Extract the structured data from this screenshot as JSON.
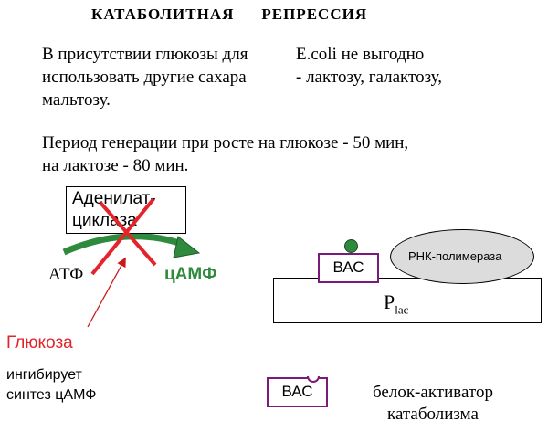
{
  "title": {
    "word1": "КАТАБОЛИТНАЯ",
    "word2": "РЕПРЕССИЯ"
  },
  "paragraph1": {
    "left": [
      "В присутствии глюкозы для",
      "использовать другие сахара",
      "мальтозу."
    ],
    "right": [
      "E.coli не выгодно",
      "- лактозу, галактозу,"
    ]
  },
  "paragraph2": [
    "Период генерации при росте на глюкозе - 50 мин,",
    "на лактозе - 80 мин."
  ],
  "diagram": {
    "enzyme_lines": [
      "Аденилат-",
      "циклаза"
    ],
    "atp": "АТФ",
    "camp": "цАМФ",
    "glucose": "Глюкоза",
    "inhibits_lines": [
      "ингибирует",
      "синтез цАМФ"
    ],
    "promoter_main": "P",
    "promoter_sub": "lac",
    "bac_bound": "ВАС",
    "polymerase": "РНК-полимераза",
    "bac_free": "ВАС",
    "activator_lines": [
      "белок-активатор",
      "катаболизма"
    ]
  },
  "colors": {
    "camp": "#2e8b3e",
    "glucose": "#e3242b",
    "bac_border": "#7a1a7a",
    "polymerase_fill": "#dcdcdc"
  }
}
